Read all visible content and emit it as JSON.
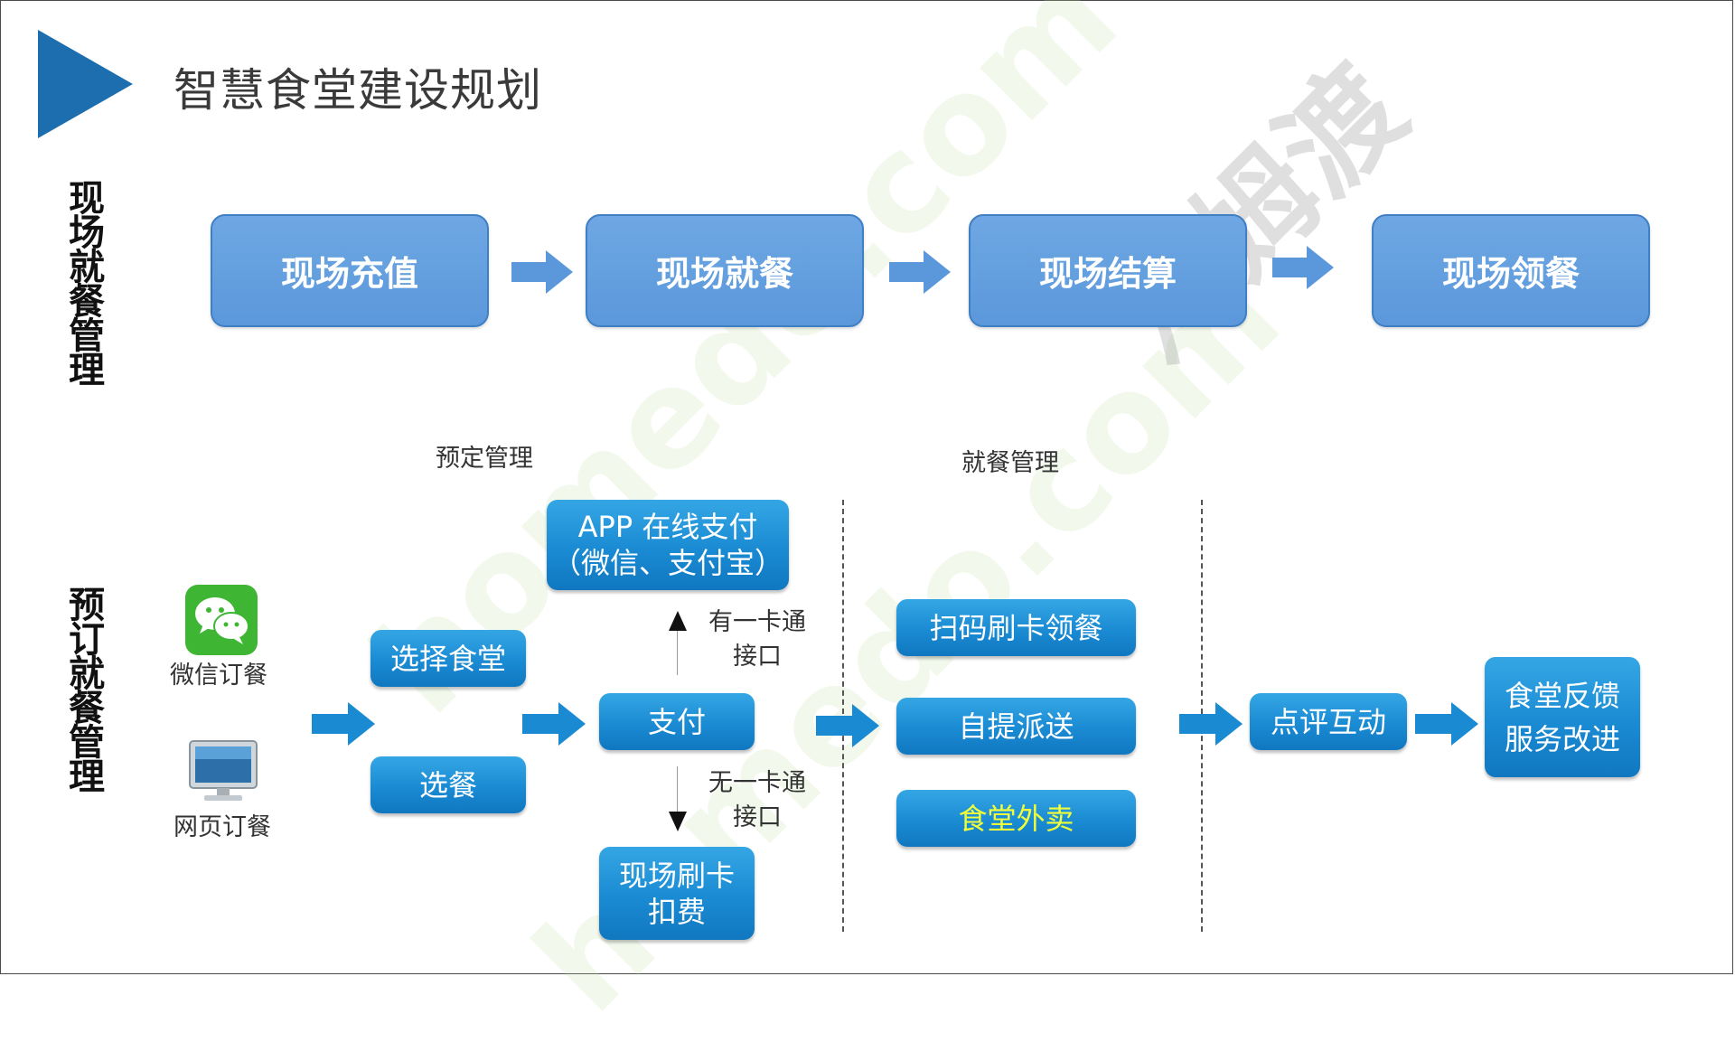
{
  "watermark_text": "homedo.com",
  "watermark_text_2": "河姆渡",
  "page_title": "智慧食堂建设规划",
  "section_onsite": {
    "vertical_label": "现场就餐管理",
    "steps": [
      "现场充值",
      "现场就餐",
      "现场结算",
      "现场领餐"
    ]
  },
  "section_booking": {
    "vertical_label": "预订就餐管理",
    "reserve_label": "预定管理",
    "dining_label": "就餐管理",
    "channels": [
      {
        "label": "微信订餐",
        "icon": "wechat-icon"
      },
      {
        "label": "网页订餐",
        "icon": "computer-monitor-icon"
      }
    ],
    "select_canteen": "选择食堂",
    "select_meal": "选餐",
    "pay": "支付",
    "app_pay": [
      "APP 在线支付",
      "（微信、支付宝）"
    ],
    "with_card_note": [
      "有一卡通",
      "接口"
    ],
    "without_card_note": [
      "无一卡通",
      "接口"
    ],
    "card_deduct": [
      "现场刷卡",
      "扣费"
    ],
    "pickup_options": [
      "扫码刷卡领餐",
      "自提派送",
      "食堂外卖"
    ],
    "review": "点评互动",
    "feedback": [
      "食堂反馈",
      "服务改进"
    ]
  },
  "colors": {
    "accent_triangle": "#1c6eaf",
    "top_step_fill": "#6ea7e3",
    "node_fill": "#1a8bd3",
    "highlight_text": "#f0ff3a"
  }
}
